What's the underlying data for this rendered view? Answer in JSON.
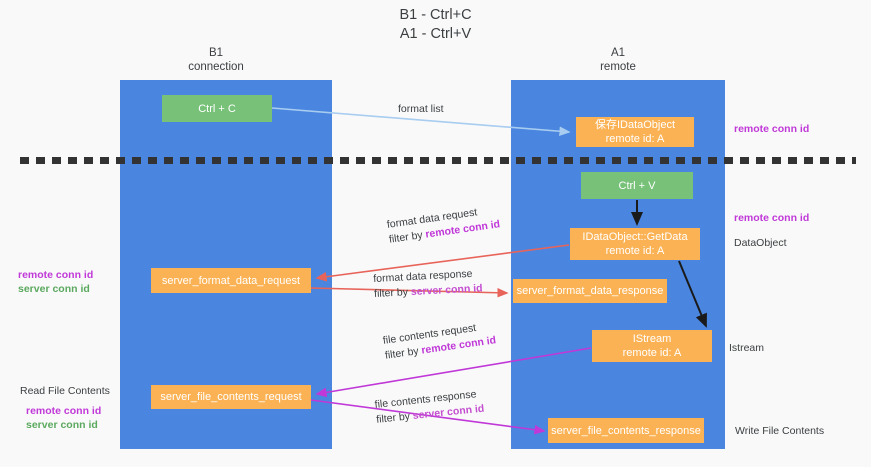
{
  "title": {
    "line1": "B1 - Ctrl+C",
    "line2": "A1 - Ctrl+V"
  },
  "columns": {
    "left": {
      "name": "B1",
      "role": "connection"
    },
    "right": {
      "name": "A1",
      "role": "remote"
    }
  },
  "boxes": {
    "ctrl_c": {
      "label": "Ctrl + C",
      "color": "#77c178"
    },
    "ctrl_v": {
      "label": "Ctrl + V",
      "color": "#77c178"
    },
    "save_dataobject": {
      "line1": "保存IDataObject",
      "line2": "remote id: A",
      "color": "#fbb254"
    },
    "getdata": {
      "line1": "IDataObject::GetData",
      "line2": "remote id: A",
      "color": "#fbb254"
    },
    "istream": {
      "line1": "IStream",
      "line2": "remote id: A",
      "color": "#fbb254"
    },
    "server_format_data_request": {
      "label": "server_format_data_request",
      "color": "#fbb254"
    },
    "server_format_data_response": {
      "label": "server_format_data_response",
      "color": "#fbb254"
    },
    "server_file_contents_request": {
      "label": "server_file_contents_request",
      "color": "#fbb254"
    },
    "server_file_contents_response": {
      "label": "server_file_contents_response",
      "color": "#fbb254"
    }
  },
  "edges": {
    "format_list": {
      "label": "format list",
      "color": "#a8cdf0"
    },
    "format_data_request": {
      "label": "format data request",
      "filter_prefix": "filter by ",
      "filter_key": "remote conn id",
      "color": "#e8645a"
    },
    "format_data_response": {
      "label": "format data response",
      "filter_prefix": "filter by ",
      "filter_key": "server conn id",
      "color": "#e8645a"
    },
    "file_contents_request": {
      "label": "file contents request",
      "filter_prefix": "filter by ",
      "filter_key": "remote conn id",
      "color": "#c038d8"
    },
    "file_contents_response": {
      "label": "file contents response",
      "filter_prefix": "filter by ",
      "filter_key": "server conn id",
      "color": "#c038d8"
    }
  },
  "annotations": {
    "right_top": {
      "remote": "remote conn id"
    },
    "right_getdata": {
      "remote": "remote conn id",
      "plain": "DataObject"
    },
    "right_istream": {
      "plain": "Istream"
    },
    "right_write": {
      "plain": "Write File Contents"
    },
    "left_format": {
      "remote": "remote conn id",
      "server": "server conn id"
    },
    "left_file": {
      "plain": "Read File Contents",
      "remote": "remote conn id",
      "server": "server conn id"
    }
  },
  "colors": {
    "lane": "#4a86e0",
    "green_box": "#77c178",
    "orange_box": "#fbb254",
    "remote_conn_id": "#c038d8",
    "server_conn_id": "#5aa95e",
    "red_arrow": "#e8645a",
    "magenta_arrow": "#c038d8",
    "light_blue_arrow": "#a8cdf0",
    "dashed_line": "#333333",
    "background": "#f9f9f9"
  }
}
